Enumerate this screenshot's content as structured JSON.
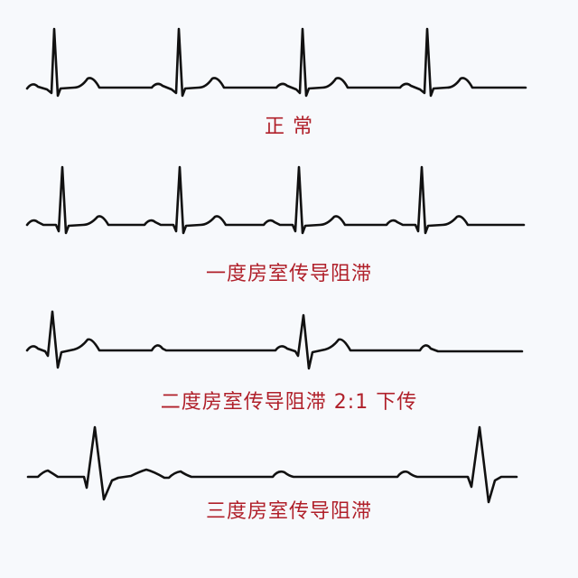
{
  "diagram": {
    "type": "ECG rhythm strips",
    "strips": [
      {
        "id": "normal",
        "caption": "正 常",
        "description": "Normal sinus rhythm: every P wave followed by QRS, normal PR interval",
        "beats": 4
      },
      {
        "id": "first-degree",
        "caption": "一度房室传导阻滞",
        "description": "First-degree AV block: prolonged PR interval, every P conducted",
        "beats": 4
      },
      {
        "id": "second-degree",
        "caption": "二度房室传导阻滞 2:1 下传",
        "description": "Second-degree AV block with 2:1 conduction: every other P wave conducted",
        "beats": 2
      },
      {
        "id": "third-degree",
        "caption": "三度房室传导阻滞",
        "description": "Third-degree AV block: P waves and wide QRS complexes independent",
        "beats": 2
      }
    ],
    "colors": {
      "trace": "#111111",
      "caption": "#b0202a",
      "background": "#f7f9fc"
    }
  }
}
